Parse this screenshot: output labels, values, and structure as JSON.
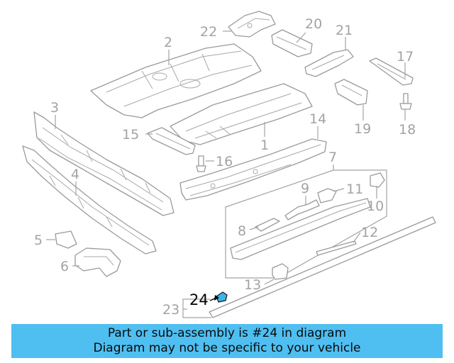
{
  "labels": {
    "p1": "1",
    "p2": "2",
    "p3": "3",
    "p4": "4",
    "p5": "5",
    "p6": "6",
    "p7": "7",
    "p8": "8",
    "p9": "9",
    "p10": "10",
    "p11": "11",
    "p12": "12",
    "p13": "13",
    "p14": "14",
    "p15": "15",
    "p16": "16",
    "p17": "17",
    "p18": "18",
    "p19": "19",
    "p20": "20",
    "p21": "21",
    "p22": "22",
    "p23": "23",
    "p24": "24"
  },
  "highlight_part": "24",
  "colors": {
    "banner": "#4fbff1",
    "line_art": "#a3a3a3",
    "highlight_part": "#3bb4ea"
  },
  "caption": {
    "line1": "Part or sub-assembly is #24 in diagram",
    "line2": "Diagram may not be specific to your vehicle"
  }
}
